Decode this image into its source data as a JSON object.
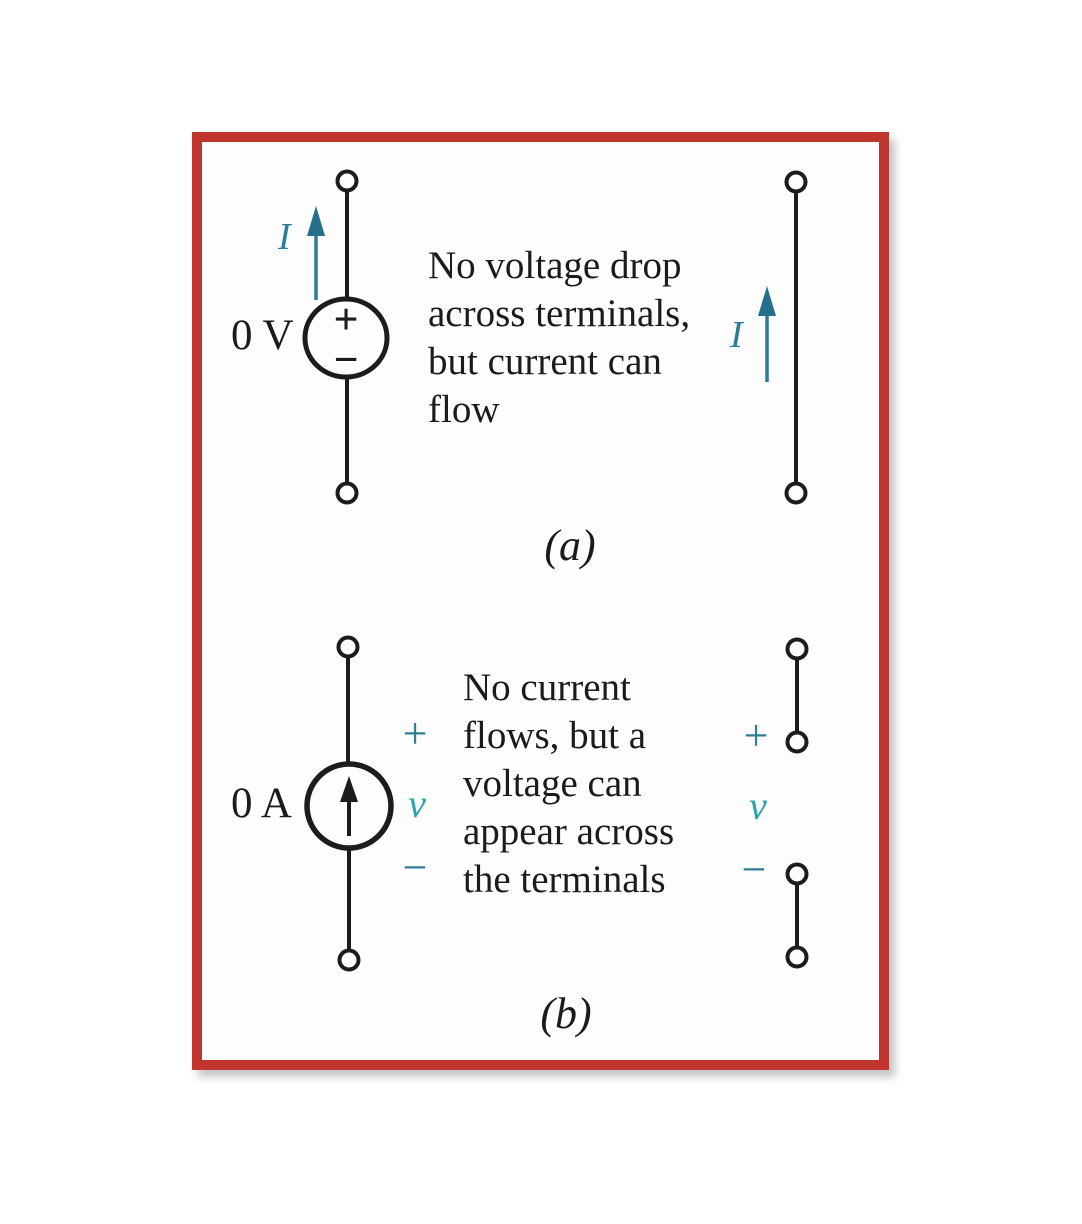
{
  "figure": {
    "caption_a": "(a)",
    "caption_b": "(b)",
    "colors": {
      "border_red": "#c0362e",
      "wire_black": "#1c1c1c",
      "accent_teal": "#2b7d99",
      "accent_teal_light": "#2ba3b2",
      "text": "#1b1b1b",
      "background": "#fdfdfd"
    }
  },
  "section_a": {
    "source_label": "0 V",
    "source_plus": "+",
    "source_minus": "−",
    "current_label_left": "I",
    "current_label_right": "I",
    "description": "No voltage drop\nacross terminals,\nbut current can\nflow"
  },
  "section_b": {
    "source_label": "0 A",
    "left_plus": "+",
    "left_v": "v",
    "left_minus": "−",
    "right_plus": "+",
    "right_v": "v",
    "right_minus": "−",
    "description": "No current\nflows, but a\nvoltage can\nappear across\nthe terminals"
  }
}
